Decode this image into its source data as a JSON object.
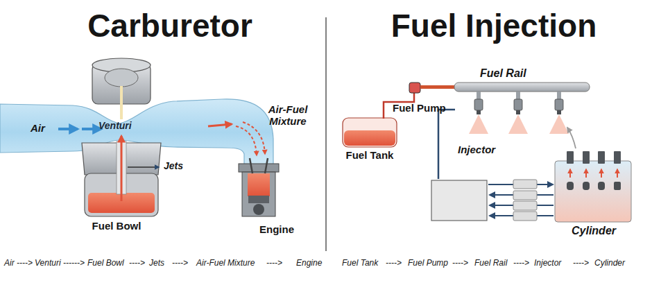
{
  "diagram": {
    "labels": [
      "Carburetor",
      "Air",
      "Venturi",
      "Jets",
      "Fuel Bowl",
      "Air-Fuel Mixture",
      "Engine",
      "Air",
      "---->",
      "Venturi",
      "------>",
      "Fuel Bowl",
      "---->",
      "Jets",
      "---->",
      "Air-Fuel Mixture",
      "---->",
      "Engine",
      "Fuel Injection",
      "Fuel Rail",
      "Fuel Pump",
      "Fuel Tank",
      "Injector",
      "Cylinder",
      "Fuel Tank",
      "---->",
      "Fuel Pump",
      "---->",
      "Fuel Rail",
      "---->",
      "Injector",
      "---->",
      "Cylinder"
    ]
  }
}
